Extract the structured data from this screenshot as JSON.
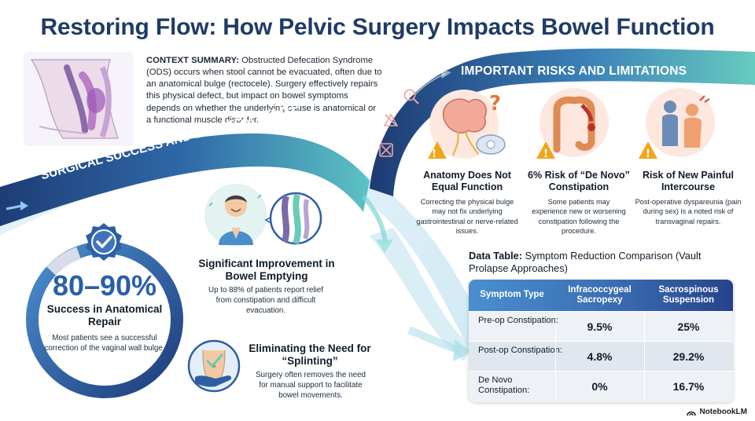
{
  "title": "Restoring Flow: How Pelvic Surgery Impacts Bowel Function",
  "context": {
    "label": "CONTEXT SUMMARY:",
    "text": " Obstructed Defecation Syndrome (ODS) occurs when stool cannot be evacuated, often due to an anatomical bulge (rectocele). Surgery effectively repairs this physical defect, but impact on bowel symptoms depends on whether the underlying cause is anatomical or a functional muscle disorder."
  },
  "sections": {
    "success_ribbon": "SURGICAL SUCCESS AND SYMPTOM RELIEF",
    "risks_ribbon": "IMPORTANT RISKS AND LIMITATIONS"
  },
  "success": {
    "percent": "80–90%",
    "heading": "Success in Anatomical Repair",
    "desc": "Most patients see a successful correction of the vaginal wall bulge."
  },
  "improvement": {
    "heading": "Significant Improvement in Bowel Emptying",
    "desc": "Up to 88% of patients report relief from constipation and difficult evacuation."
  },
  "splinting": {
    "heading": "Eliminating the Need for “Splinting”",
    "desc": "Surgery often removes the need for manual support to facilitate bowel movements."
  },
  "risks": [
    {
      "heading": "Anatomy Does Not Equal Function",
      "desc": "Correcting the physical bulge may not fix underlying gastrointestinal or nerve-related issues."
    },
    {
      "heading": "6% Risk of “De Novo” Constipation",
      "desc": "Some patients may experience new or worsening constipation following the procedure."
    },
    {
      "heading": "Risk of New Painful Intercourse",
      "desc": "Post-operative dyspareunia (pain during sex) is a noted risk of transvaginal repairs."
    }
  ],
  "table": {
    "caption_bold": "Data Table:",
    "caption_rest": " Symptom Reduction Comparison (Vault Prolapse Approaches)",
    "headers": [
      "Symptom Type",
      "Infracoccygeal Sacropexy",
      "Sacrospinous Suspension"
    ],
    "rows": [
      {
        "label": "Pre-op Constipation:",
        "a": "9.5%",
        "b": "25%"
      },
      {
        "label": "Post-op Constipation:",
        "a": "4.8%",
        "b": "29.2%"
      },
      {
        "label": "De Novo Constipation:",
        "a": "0%",
        "b": "16.7%"
      }
    ]
  },
  "brand": "NotebookLM",
  "colors": {
    "title": "#1f3b66",
    "accent_blue": "#2a5fa6",
    "ribbon_dark": "#1f3f78",
    "ribbon_light": "#5ec6c4",
    "warning": "#f2a51a"
  },
  "icons": [
    "anatomy-illustration-icon",
    "checkmark-badge-icon",
    "relieved-person-icon",
    "bowel-flow-icon",
    "abdomen-check-icon",
    "brain-pelvis-icon",
    "colon-icon",
    "couple-pain-icon",
    "warning-icon",
    "search-icon",
    "no-symbol-icon",
    "crossed-arrows-icon"
  ]
}
